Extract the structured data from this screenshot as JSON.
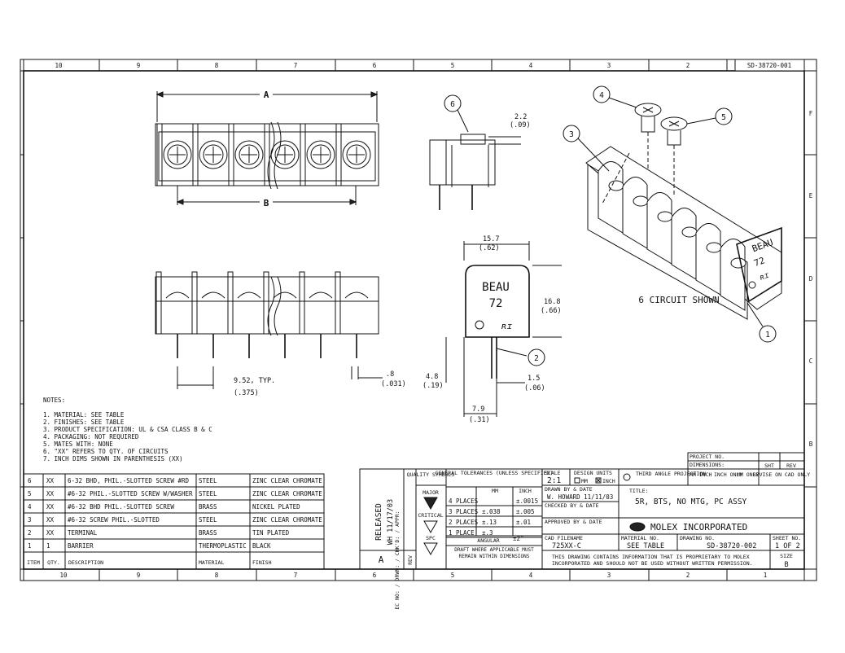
{
  "drawing_number_tab": "SD-38720-001",
  "zone_columns_top": [
    "10",
    "9",
    "8",
    "7",
    "6",
    "5",
    "4",
    "3",
    "2"
  ],
  "zone_columns_bottom": [
    "10",
    "9",
    "8",
    "7",
    "6",
    "5",
    "4",
    "3",
    "2",
    "1"
  ],
  "zone_rows": [
    "F",
    "E",
    "D",
    "C",
    "B"
  ],
  "dim_labels": {
    "a": "A",
    "b": "B",
    "d2_2": "2.2",
    "d2_2_in": "(.09)",
    "d15_7": "15.7",
    "d15_7_in": "(.62)",
    "d16_8": "16.8",
    "d16_8_in": "(.66)",
    "pitch": "9.52, TYP.",
    "pitch_in": "(.375)",
    "d_8": ".8",
    "d_8_in": "(.031)",
    "d4_8": "4.8",
    "d4_8_in": "(.19)",
    "d1_5": "1.5",
    "d1_5_in": "(.06)",
    "d7_9": "7.9",
    "d7_9_in": "(.31)"
  },
  "part_marking": {
    "line1": "BEAU",
    "line2": "72",
    "logo": "ʀɪ"
  },
  "balloons": [
    "1",
    "2",
    "3",
    "4",
    "5",
    "6"
  ],
  "view_caption": "6 CIRCUIT SHOWN",
  "notes": {
    "title": "NOTES:",
    "items": [
      "1. MATERIAL: SEE TABLE",
      "2. FINISHES: SEE TABLE",
      "3. PRODUCT SPECIFICATION: UL & CSA CLASS B & C",
      "4. PACKAGING: NOT REQUIRED",
      "5. MATES WITH: NONE",
      "6. \"XX\" REFERS TO QTY. OF CIRCUITS",
      "7. INCH DIMS SHOWN IN PARENTHESIS (XX)"
    ]
  },
  "bom": {
    "headers": [
      "ITEM",
      "QTY.",
      "DESCRIPTION",
      "MATERIAL",
      "FINISH"
    ],
    "rows": [
      [
        "6",
        "XX",
        "6-32 BHD, PHIL.-SLOTTED SCREW #RD",
        "STEEL",
        "ZINC CLEAR CHROMATE"
      ],
      [
        "5",
        "XX",
        "#6-32 PHIL.-SLOTTED SCREW W/WASHER",
        "STEEL",
        "ZINC CLEAR CHROMATE"
      ],
      [
        "4",
        "XX",
        "#6-32 BHD PHIL.-SLOTTED SCREW",
        "BRASS",
        "NICKEL PLATED"
      ],
      [
        "3",
        "XX",
        "#6-32 SCREW  PHIL.-SLOTTED",
        "STEEL",
        "ZINC CLEAR CHROMATE"
      ],
      [
        "2",
        "XX",
        "TERMINAL",
        "BRASS",
        "TIN PLATED"
      ],
      [
        "1",
        "1",
        "BARRIER",
        "THERMOPLASTIC",
        "BLACK"
      ]
    ]
  },
  "revision": {
    "released": "RELEASED",
    "release_info": "WH 11/17/03",
    "rev_letter": "A",
    "ec_labels": "EC NO: / DRWN: / CHK'D: / APPR:",
    "rev_label": "REV"
  },
  "quality": {
    "title": "QUALITY SYMBOLS",
    "major": "MAJOR",
    "critical": "CRITICAL",
    "spc": "SPC"
  },
  "tolerances": {
    "title": "GENERAL TOLERANCES (UNLESS SPECIFIED)",
    "col_mm": "MM",
    "col_inch": "INCH",
    "rows": [
      [
        "4 PLACES",
        "",
        "±.0015"
      ],
      [
        "3 PLACES",
        "±.038",
        "±.005"
      ],
      [
        "2 PLACES",
        "±.13",
        "±.01"
      ],
      [
        "1 PLACE",
        "±.3",
        ""
      ]
    ],
    "angular_label": "ANGULAR",
    "angular_value": "±2°",
    "draft_note": "DRAFT WHERE APPLICABLE MUST REMAIN WITHIN DIMENSIONS"
  },
  "title_block": {
    "scale_label": "SCALE",
    "scale": "2:1",
    "design_units": "DESIGN UNITS",
    "mm": "MM",
    "inch": "INCH",
    "drawn_by_label": "DRAWN BY & DATE",
    "drawn_by": "W. HOWARD   11/11/03",
    "checked_label": "CHECKED BY & DATE",
    "approved_label": "APPROVED BY & DATE",
    "cad_label": "CAD FILENAME",
    "cad_filename": "725XX-C",
    "projection": "THIRD ANGLE PROJECTION",
    "project_no": "PROJECT NO.",
    "dimensions_label": "DIMENSIONS:",
    "mm_inch": "MM INCH",
    "inch_only": "INCH ONLY",
    "mm_only": "MM ONLY",
    "sht_label": "SHT",
    "rev_label": "REV",
    "revise_note": "REVISE ON CAD ONLY",
    "title_label": "TITLE:",
    "title": "5R, BTS, NO MTG, PC ASSY",
    "company": "MOLEX INCORPORATED",
    "material_no_label": "MATERIAL NO.",
    "material_no": "SEE TABLE",
    "drawing_no_label": "DRAWING NO.",
    "drawing_no": "SD-38720-002",
    "sheet_no_label": "SHEET NO.",
    "sheet_no": "1 OF 2",
    "proprietary": "THIS DRAWING CONTAINS INFORMATION THAT IS PROPRIETARY TO MOLEX",
    "proprietary2": "INCORPORATED AND SHOULD NOT BE USED WITHOUT WRITTEN PERMISSION.",
    "size_label": "SIZE",
    "size": "B"
  }
}
